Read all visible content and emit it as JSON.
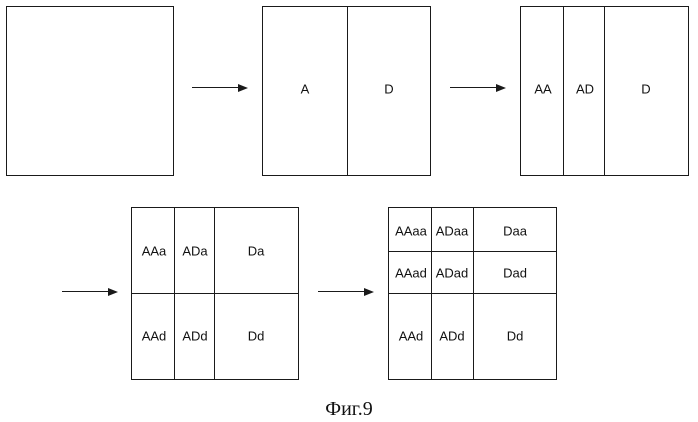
{
  "panel2": {
    "left": "A",
    "right": "D"
  },
  "panel3": {
    "col1": "AA",
    "col2": "AD",
    "col3": "D"
  },
  "panel4": {
    "r1c1": "AAa",
    "r1c2": "ADa",
    "r1c3": "Da",
    "r2c1": "AAd",
    "r2c2": "ADd",
    "r2c3": "Dd"
  },
  "panel5": {
    "r1c1": "AAaa",
    "r1c2": "ADaa",
    "r1c3": "Daa",
    "r2c1": "AAad",
    "r2c2": "ADad",
    "r2c3": "Dad",
    "r3c1": "AAd",
    "r3c2": "ADd",
    "r3c3": "Dd"
  },
  "caption": "Фиг.9"
}
